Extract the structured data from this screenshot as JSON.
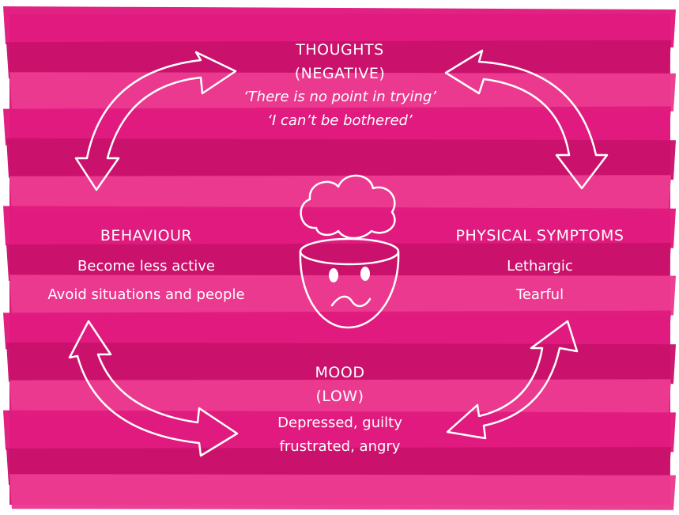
{
  "colors": {
    "background": "#e01b7e",
    "background_dark": "#c9136c",
    "background_light": "#ea3b90",
    "ink": "#ffffff"
  },
  "thoughts": {
    "heading_line1": "THOUGHTS",
    "heading_line2": "(NEGATIVE)",
    "quote1": "‘There is no point in trying’",
    "quote2": "‘I can’t be bothered’"
  },
  "behaviour": {
    "heading": "BEHAVIOUR",
    "line1": "Become less active",
    "line2": "Avoid situations and people"
  },
  "physical": {
    "heading": "PHYSICAL SYMPTOMS",
    "line1": "Lethargic",
    "line2": "Tearful"
  },
  "mood": {
    "heading_line1": "MOOD",
    "heading_line2": "(LOW)",
    "line1": "Depressed, guilty",
    "line2": "frustrated, angry"
  },
  "icons": {
    "arrows": "double-headed-curved-arrow",
    "figure": "worried-face-with-thought-cloud-icon"
  }
}
